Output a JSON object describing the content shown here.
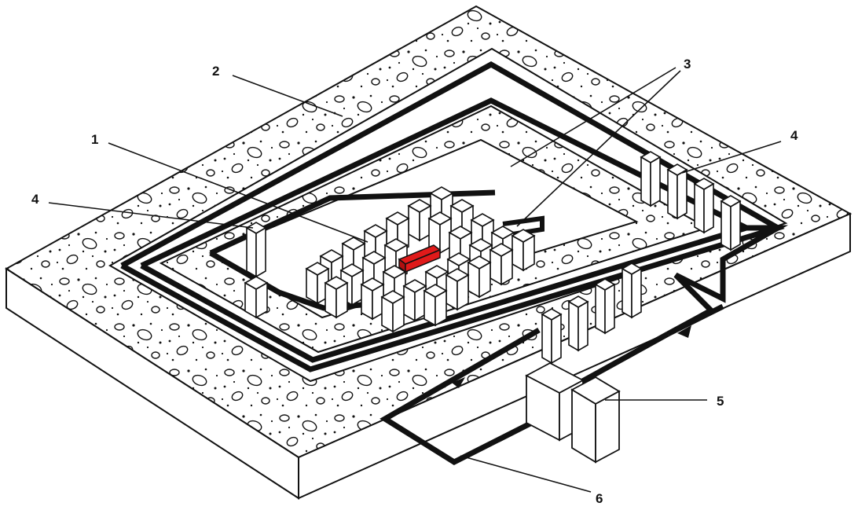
{
  "callouts": {
    "label_1": "1",
    "label_2": "2",
    "label_3": "3",
    "label_4_left": "4",
    "label_4_right": "4",
    "label_5": "5",
    "label_6": "6"
  },
  "colors": {
    "concrete_fill": "#ffffff",
    "outline": "#111111",
    "conductor": "#111111",
    "highlight": "#e01a1a",
    "background": "#ffffff"
  }
}
